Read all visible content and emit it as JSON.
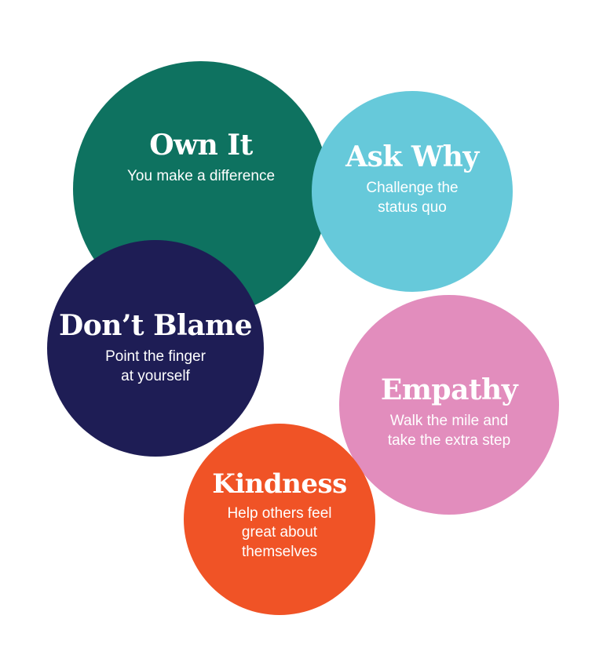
{
  "circles": [
    {
      "id": "own-it",
      "title": "Own It",
      "subtitle": "You make a difference",
      "color": "#0e7260"
    },
    {
      "id": "ask-why",
      "title": "Ask Why",
      "subtitle": "Challenge the\nstatus quo",
      "color": "#66c9da"
    },
    {
      "id": "dont-blame",
      "title": "Don’t Blame",
      "subtitle": "Point the finger\nat yourself",
      "color": "#1e1d55"
    },
    {
      "id": "empathy",
      "title": "Empathy",
      "subtitle": "Walk the mile and\ntake the extra step",
      "color": "#e28dbd"
    },
    {
      "id": "kindness",
      "title": "Kindness",
      "subtitle": "Help others feel\ngreat about\nthemselves",
      "color": "#f05326"
    }
  ]
}
